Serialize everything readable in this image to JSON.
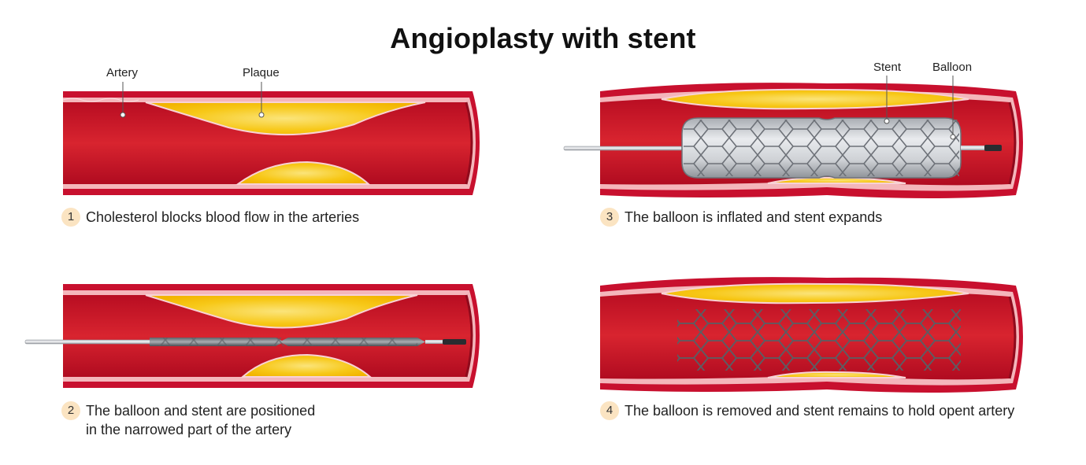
{
  "title": "Angioplasty with stent",
  "labels": {
    "artery": "Artery",
    "plaque": "Plaque",
    "stent": "Stent",
    "balloon": "Balloon"
  },
  "steps": [
    {
      "number": "1",
      "lines": [
        "Cholesterol blocks blood flow in the arteries"
      ]
    },
    {
      "number": "2",
      "lines": [
        "The balloon and stent are positioned",
        "in the narrowed part of the artery"
      ]
    },
    {
      "number": "3",
      "lines": [
        "The balloon is inflated and stent expands"
      ]
    },
    {
      "number": "4",
      "lines": [
        "The balloon is removed and stent remains to hold opent artery"
      ]
    }
  ],
  "colors": {
    "artery_wall": "#c8102e",
    "artery_lumen": "#d41a2c",
    "artery_lining": "#f4b6bb",
    "plaque": "#f7c515",
    "plaque_highlight": "#fbe06a",
    "balloon": "#c9ccd1",
    "stent": "#6d7178",
    "number_badge": "#fbe4c2"
  }
}
